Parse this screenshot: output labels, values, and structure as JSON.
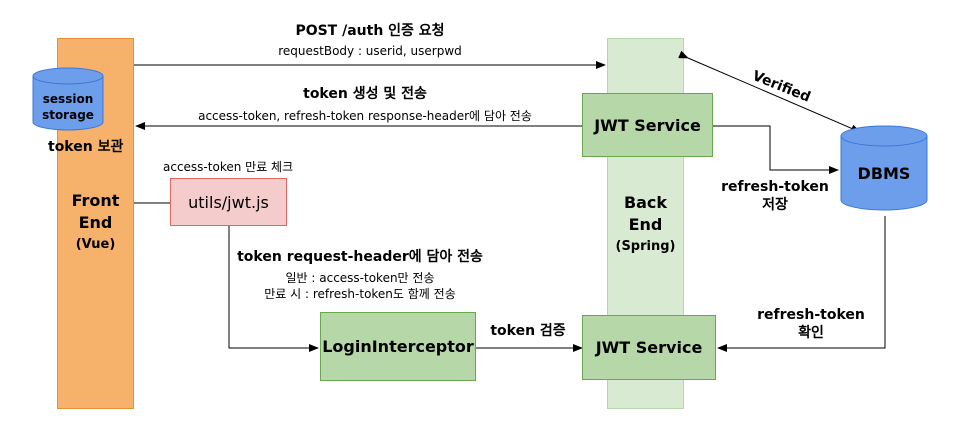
{
  "front_end": {
    "title_line1": "Front",
    "title_line2": "End",
    "subtitle": "(Vue)"
  },
  "back_end": {
    "title_line1": "Back",
    "title_line2": "End",
    "subtitle": "(Spring)"
  },
  "session_storage": {
    "line1": "session",
    "line2": "storage",
    "caption": "token 보관"
  },
  "dbms": {
    "label": "DBMS"
  },
  "jwt_service_top": {
    "label": "JWT Service"
  },
  "jwt_service_bottom": {
    "label": "JWT Service"
  },
  "utils": {
    "label": "utils/jwt.js",
    "caption": "access-token 만료 체크"
  },
  "login_interceptor": {
    "label": "LoginInterceptor"
  },
  "arrows": {
    "auth_request": {
      "title": "POST /auth 인증 요청",
      "subtitle": "requestBody : userid, userpwd"
    },
    "token_issue": {
      "title": "token 생성 및 전송",
      "subtitle": "access-token, refresh-token response-header에 담아 전송"
    },
    "verified": {
      "label": "Verified"
    },
    "refresh_save": {
      "line1": "refresh-token",
      "line2": "저장"
    },
    "token_request": {
      "title": "token request-header에 담아 전송",
      "line1": "일반 : access-token만 전송",
      "line2": "만료 시 : refresh-token도 함께 전송"
    },
    "token_verify": {
      "label": "token 검증"
    },
    "refresh_check": {
      "line1": "refresh-token",
      "line2": "확인"
    }
  },
  "colors": {
    "front_lane": "#f6b26b",
    "back_lane": "#d9ead3",
    "service_box": "#b6d7a8",
    "utils_box": "#f4cccc",
    "storage": "#6d9eeb"
  }
}
